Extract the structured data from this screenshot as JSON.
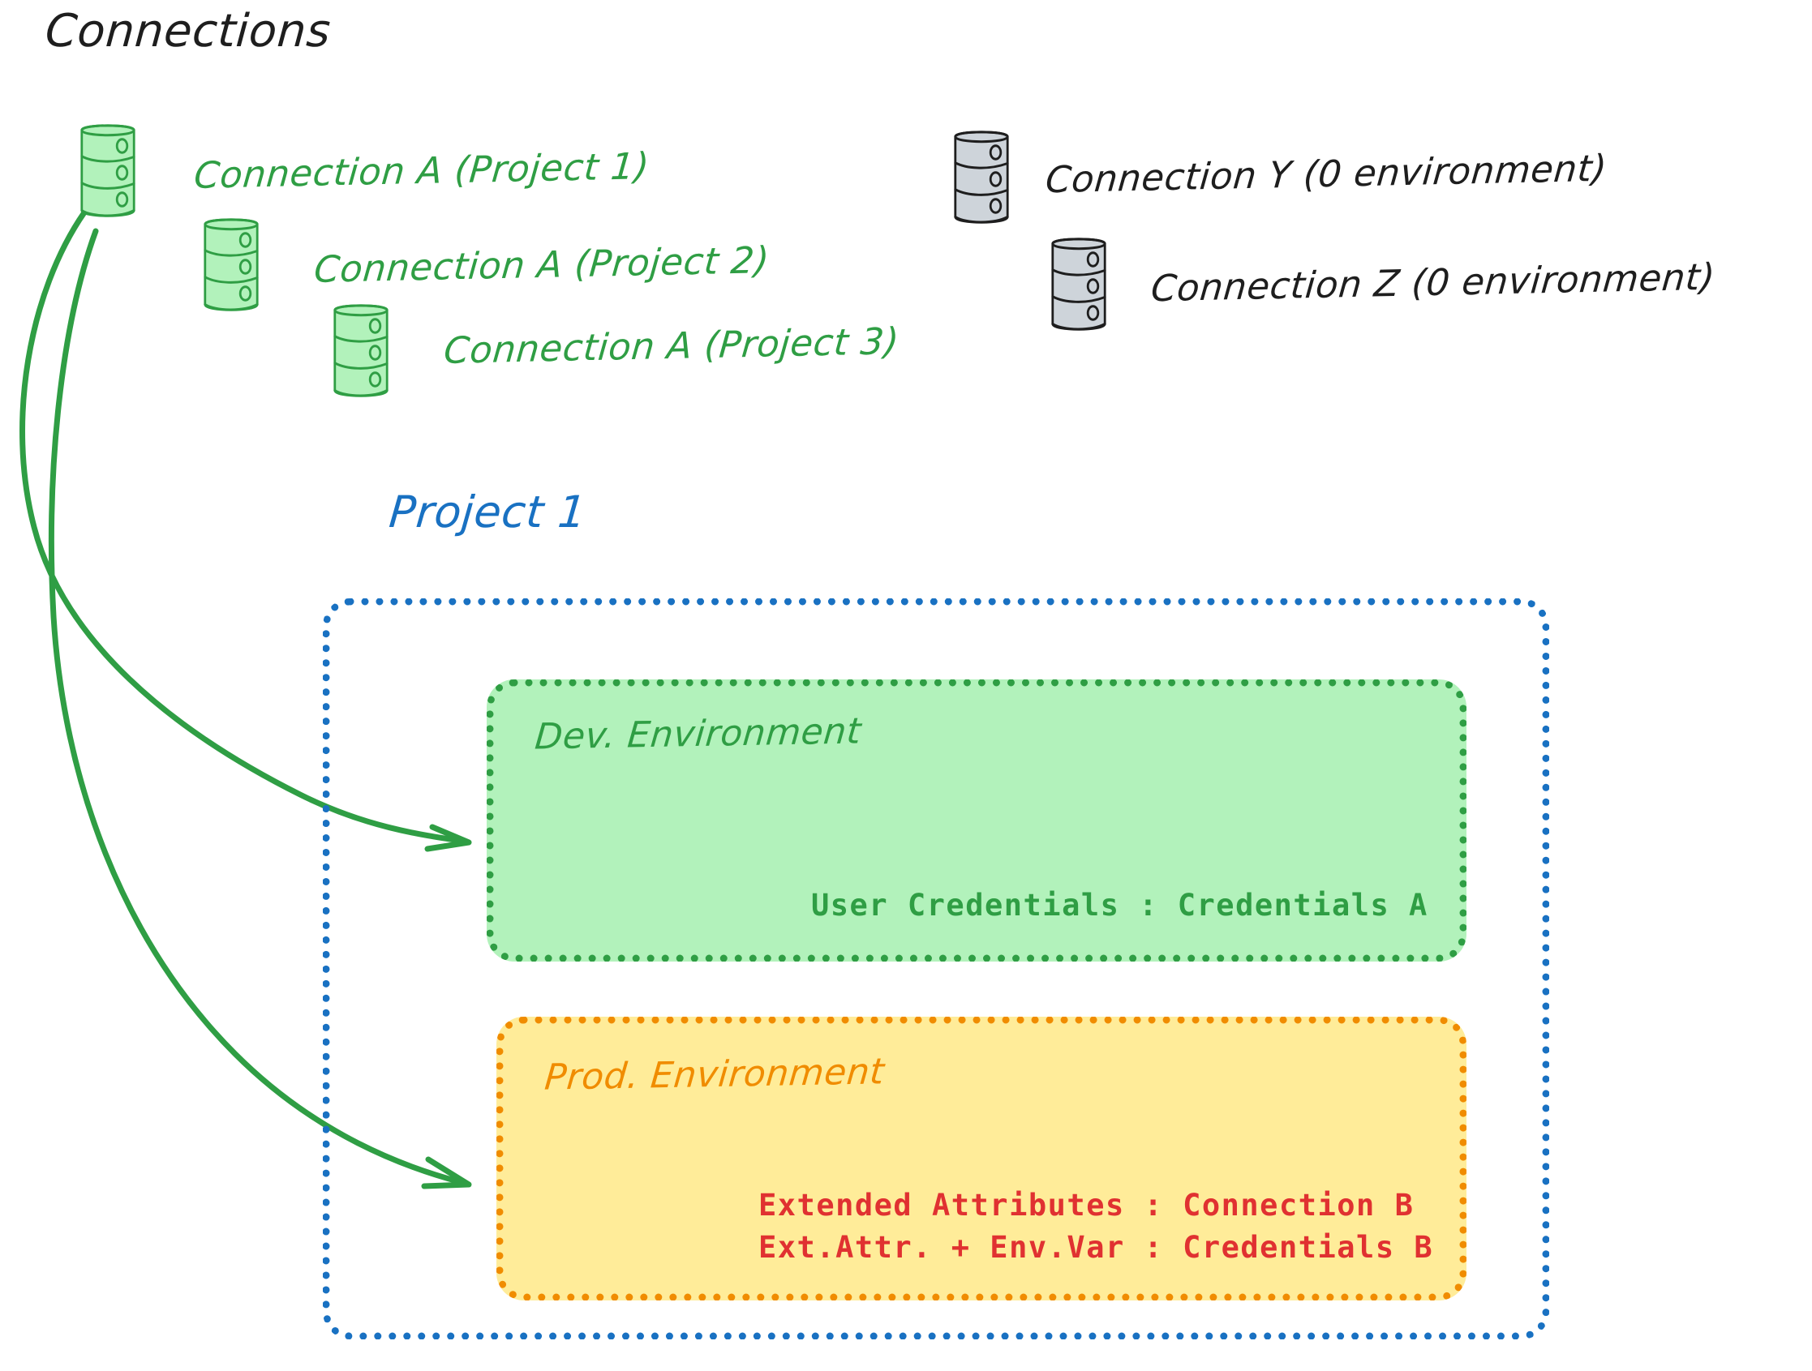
{
  "diagram": {
    "title": "Connections",
    "colors": {
      "green": "#2f9e44",
      "green_fill": "#b2f2bb",
      "gray_fill": "#ced4da",
      "black": "#1e1e1e",
      "blue": "#1971c2",
      "orange": "#f08c00",
      "yellow_fill": "#ffec99",
      "red": "#e03131"
    },
    "connections": [
      {
        "id": "conn-a-project-1",
        "label": "Connection A (Project 1)",
        "color": "green"
      },
      {
        "id": "conn-a-project-2",
        "label": "Connection A (Project 2)",
        "color": "green"
      },
      {
        "id": "conn-a-project-3",
        "label": "Connection A (Project 3)",
        "color": "green"
      },
      {
        "id": "conn-y",
        "label": "Connection Y (0 environment)",
        "color": "black"
      },
      {
        "id": "conn-z",
        "label": "Connection Z (0 environment)",
        "color": "black"
      }
    ],
    "project": {
      "label": "Project 1",
      "environments": [
        {
          "id": "dev",
          "label": "Dev. Environment",
          "rows": [
            "User Credentials : Credentials A"
          ]
        },
        {
          "id": "prod",
          "label": "Prod. Environment",
          "rows": [
            "Extended Attributes : Connection B",
            "Ext.Attr. + Env.Var : Credentials B"
          ]
        }
      ]
    },
    "arrows": [
      {
        "id": "arrow-to-dev-environment",
        "from": "conn-a-project-1",
        "to": "dev"
      },
      {
        "id": "arrow-to-prod-environment",
        "from": "conn-a-project-1",
        "to": "prod"
      }
    ]
  }
}
